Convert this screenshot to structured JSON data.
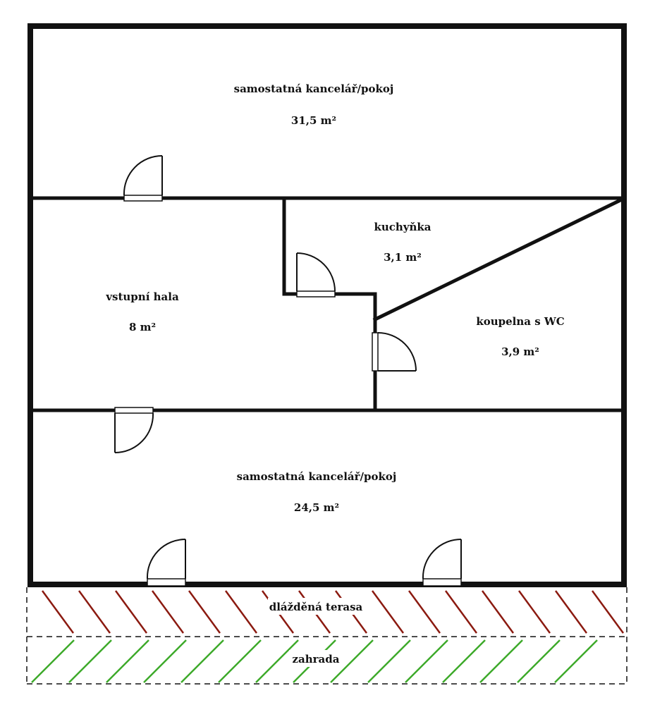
{
  "rooms": {
    "office_top": {
      "name": "samostatná kancelář/pokoj",
      "area": "31,5 m²"
    },
    "kitchen": {
      "name": "kuchyňka",
      "area": "3,1 m²"
    },
    "hall": {
      "name": "vstupní hala",
      "area": "8 m²"
    },
    "bathroom": {
      "name": "koupelna s WC",
      "area": "3,9 m²"
    },
    "office_bottom": {
      "name": "samostatná kancelář/pokoj",
      "area": "24,5 m²"
    }
  },
  "outside": {
    "terrace": {
      "name": "dlážděná terasa"
    },
    "garden": {
      "name": "zahrada"
    }
  },
  "colors": {
    "walls": "#111111",
    "terrace_hatch": "#8b1a10",
    "garden_hatch": "#3daa2a",
    "background": "#ffffff"
  }
}
